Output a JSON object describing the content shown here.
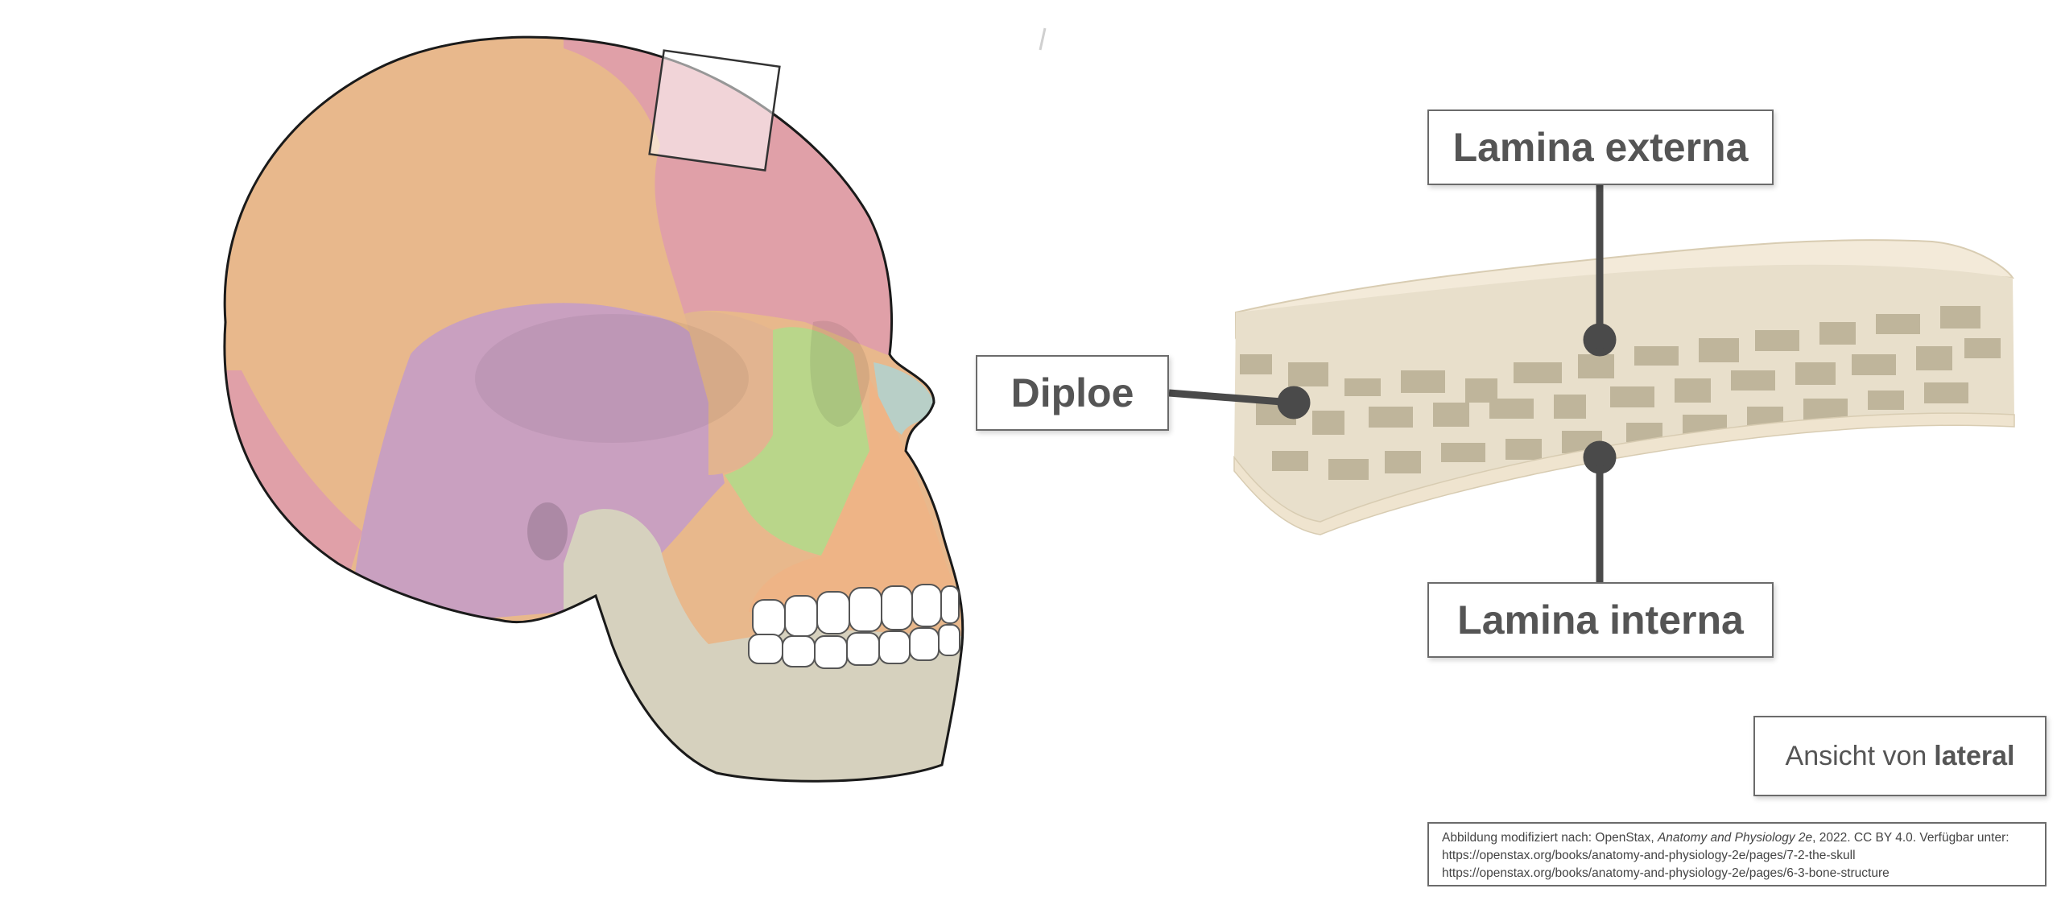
{
  "labels": {
    "externa": "Lamina externa",
    "interna": "Lamina interna",
    "diploe": "Diploe"
  },
  "view": {
    "prefix": "Ansicht von",
    "bold": "lateral"
  },
  "credit": {
    "part1": "Abbildung modifiziert nach: OpenStax, ",
    "book": "Anatomy and Physiology 2e",
    "part2": ", 2022. CC BY 4.0. Verfügbar unter:",
    "url1": "https://openstax.org/books/anatomy-and-physiology-2e/pages/7-2-the-skull",
    "url2": "https://openstax.org/books/anatomy-and-physiology-2e/pages/6-3-bone-structure"
  },
  "colors": {
    "frontal": "#e0a0a8",
    "parietal": "#e8b88c",
    "temporal": "#c9a0c0",
    "zygomatic": "#b9d68a",
    "maxilla": "#eeb486",
    "mandible": "#d6d1be",
    "bone_surface": "#f3ead9",
    "spongy": "#bfb59b",
    "callout_line": "#4a4a4a",
    "label_text": "#555555"
  }
}
